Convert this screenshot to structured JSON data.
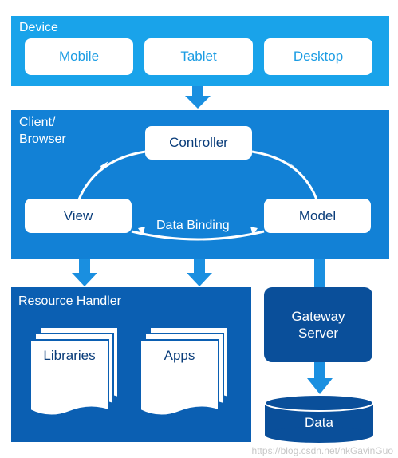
{
  "device": {
    "title": "Device",
    "items": [
      "Mobile",
      "Tablet",
      "Desktop"
    ]
  },
  "client": {
    "title_line1": "Client/",
    "title_line2": "Browser",
    "controller": "Controller",
    "view": "View",
    "model": "Model",
    "binding": "Data Binding"
  },
  "resource": {
    "title": "Resource Handler",
    "libraries": "Libraries",
    "apps": "Apps"
  },
  "gateway": {
    "line1": "Gateway",
    "line2": "Server"
  },
  "data": {
    "label": "Data"
  },
  "watermark": "https://blog.csdn.net/nkGavinGuo",
  "colors": {
    "device_panel": "#19a3ea",
    "client_panel": "#1281d6",
    "resource_panel": "#0b5fb2",
    "gateway": "#0a4f9a",
    "arrow": "#1a8fe0"
  }
}
